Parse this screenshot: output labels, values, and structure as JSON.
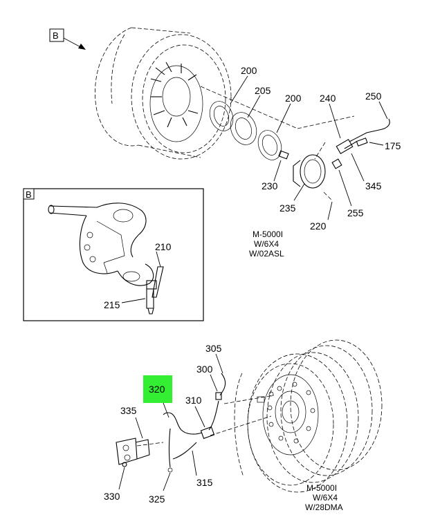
{
  "views": {
    "upper": {
      "view_ref": "B",
      "callouts": [
        "200",
        "205",
        "200",
        "240",
        "250",
        "175",
        "230",
        "345",
        "235",
        "255",
        "220"
      ],
      "note": [
        "M-5000I",
        "W/6X4",
        "W/02ASL"
      ]
    },
    "detail": {
      "view_ref": "B",
      "callouts": [
        "210",
        "215"
      ]
    },
    "lower": {
      "callouts": [
        "305",
        "300",
        "320",
        "310",
        "335",
        "330",
        "325",
        "315"
      ],
      "highlighted_callout": "320",
      "note": [
        "M-5000I",
        "W/6X4",
        "W/28DMA"
      ]
    }
  },
  "colors": {
    "highlight": "#33ee33",
    "line": "#000000",
    "background": "#ffffff"
  }
}
